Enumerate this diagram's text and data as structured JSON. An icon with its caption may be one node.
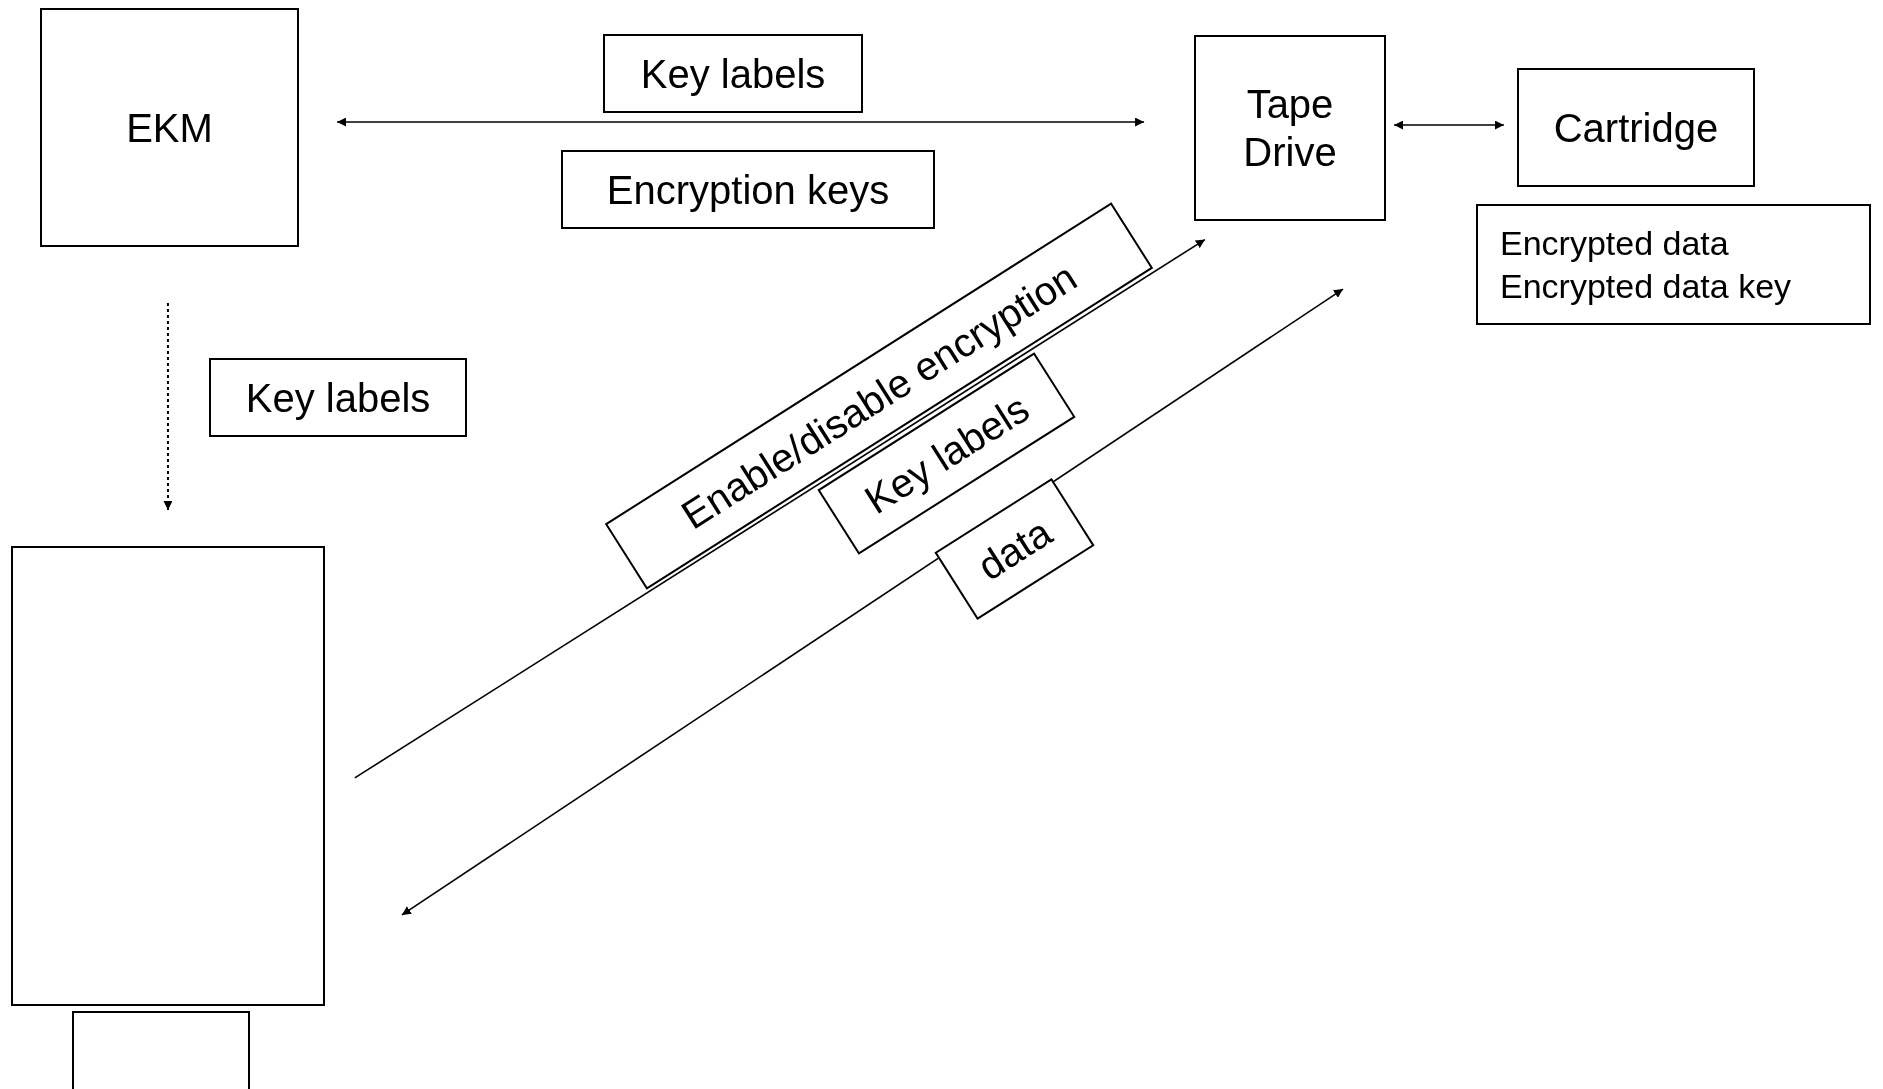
{
  "diagram": {
    "nodes": [
      {
        "text": [
          "EKM"
        ]
      },
      {
        "text": [
          "Key labels"
        ]
      },
      {
        "text": [
          "Encryption keys"
        ]
      },
      {
        "text": [
          "Tape Drive"
        ]
      },
      {
        "text": [
          "Cartridge"
        ]
      },
      {
        "text": [
          "Encrypted data",
          "Encrypted data key"
        ]
      },
      {
        "text": [
          "Key labels"
        ]
      },
      {
        "text": [],
        "shape": "box"
      },
      {
        "text": [],
        "shape": "box"
      }
    ],
    "edges": [
      {
        "from": 0,
        "to": 3,
        "arrow": "both"
      },
      {
        "from": 3,
        "to": 4,
        "arrow": "both"
      },
      {
        "from": 0,
        "to": 7,
        "arrow": "to",
        "style": "dashed"
      },
      {
        "from": 7,
        "to": 3,
        "arrow": "to",
        "label": "Enable/disable encryption"
      },
      {
        "from": 3,
        "to": 7,
        "arrow": "both",
        "label": "data"
      }
    ],
    "labels": [
      "Key labels"
    ]
  }
}
